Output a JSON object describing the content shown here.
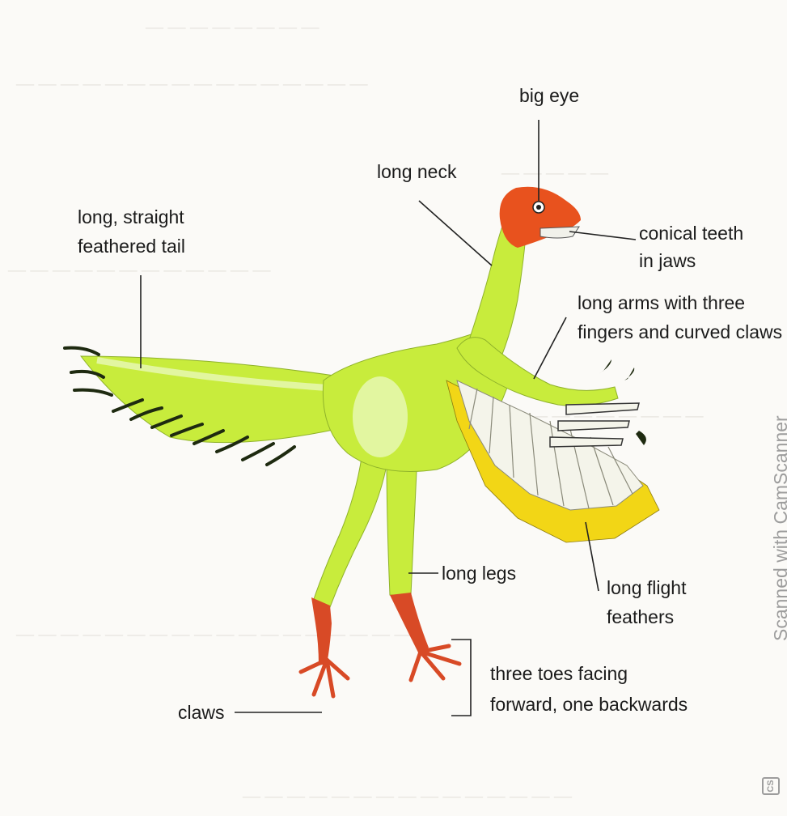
{
  "labels": {
    "big_eye": "big eye",
    "long_neck": "long neck",
    "tail_line1": "long, straight",
    "tail_line2": "feathered tail",
    "teeth_line1": "conical teeth",
    "teeth_line2": "in jaws",
    "arms_line1": "long arms with three",
    "arms_line2": "fingers and curved claws",
    "legs": "long legs",
    "flight_line1": "long flight",
    "flight_line2": "feathers",
    "toes_line1": "three toes facing",
    "toes_line2": "forward, one backwards",
    "claws": "claws"
  },
  "watermark": {
    "text": "Scanned with CamScanner",
    "logo": "CS"
  },
  "colors": {
    "body": "#c8ec3c",
    "body_light": "#e2f6a0",
    "head": "#e8521e",
    "feet": "#d84a26",
    "wing_yellow": "#f2d616",
    "wing_white": "#f4f4ea",
    "feather_stripe": "#1e2a10"
  }
}
